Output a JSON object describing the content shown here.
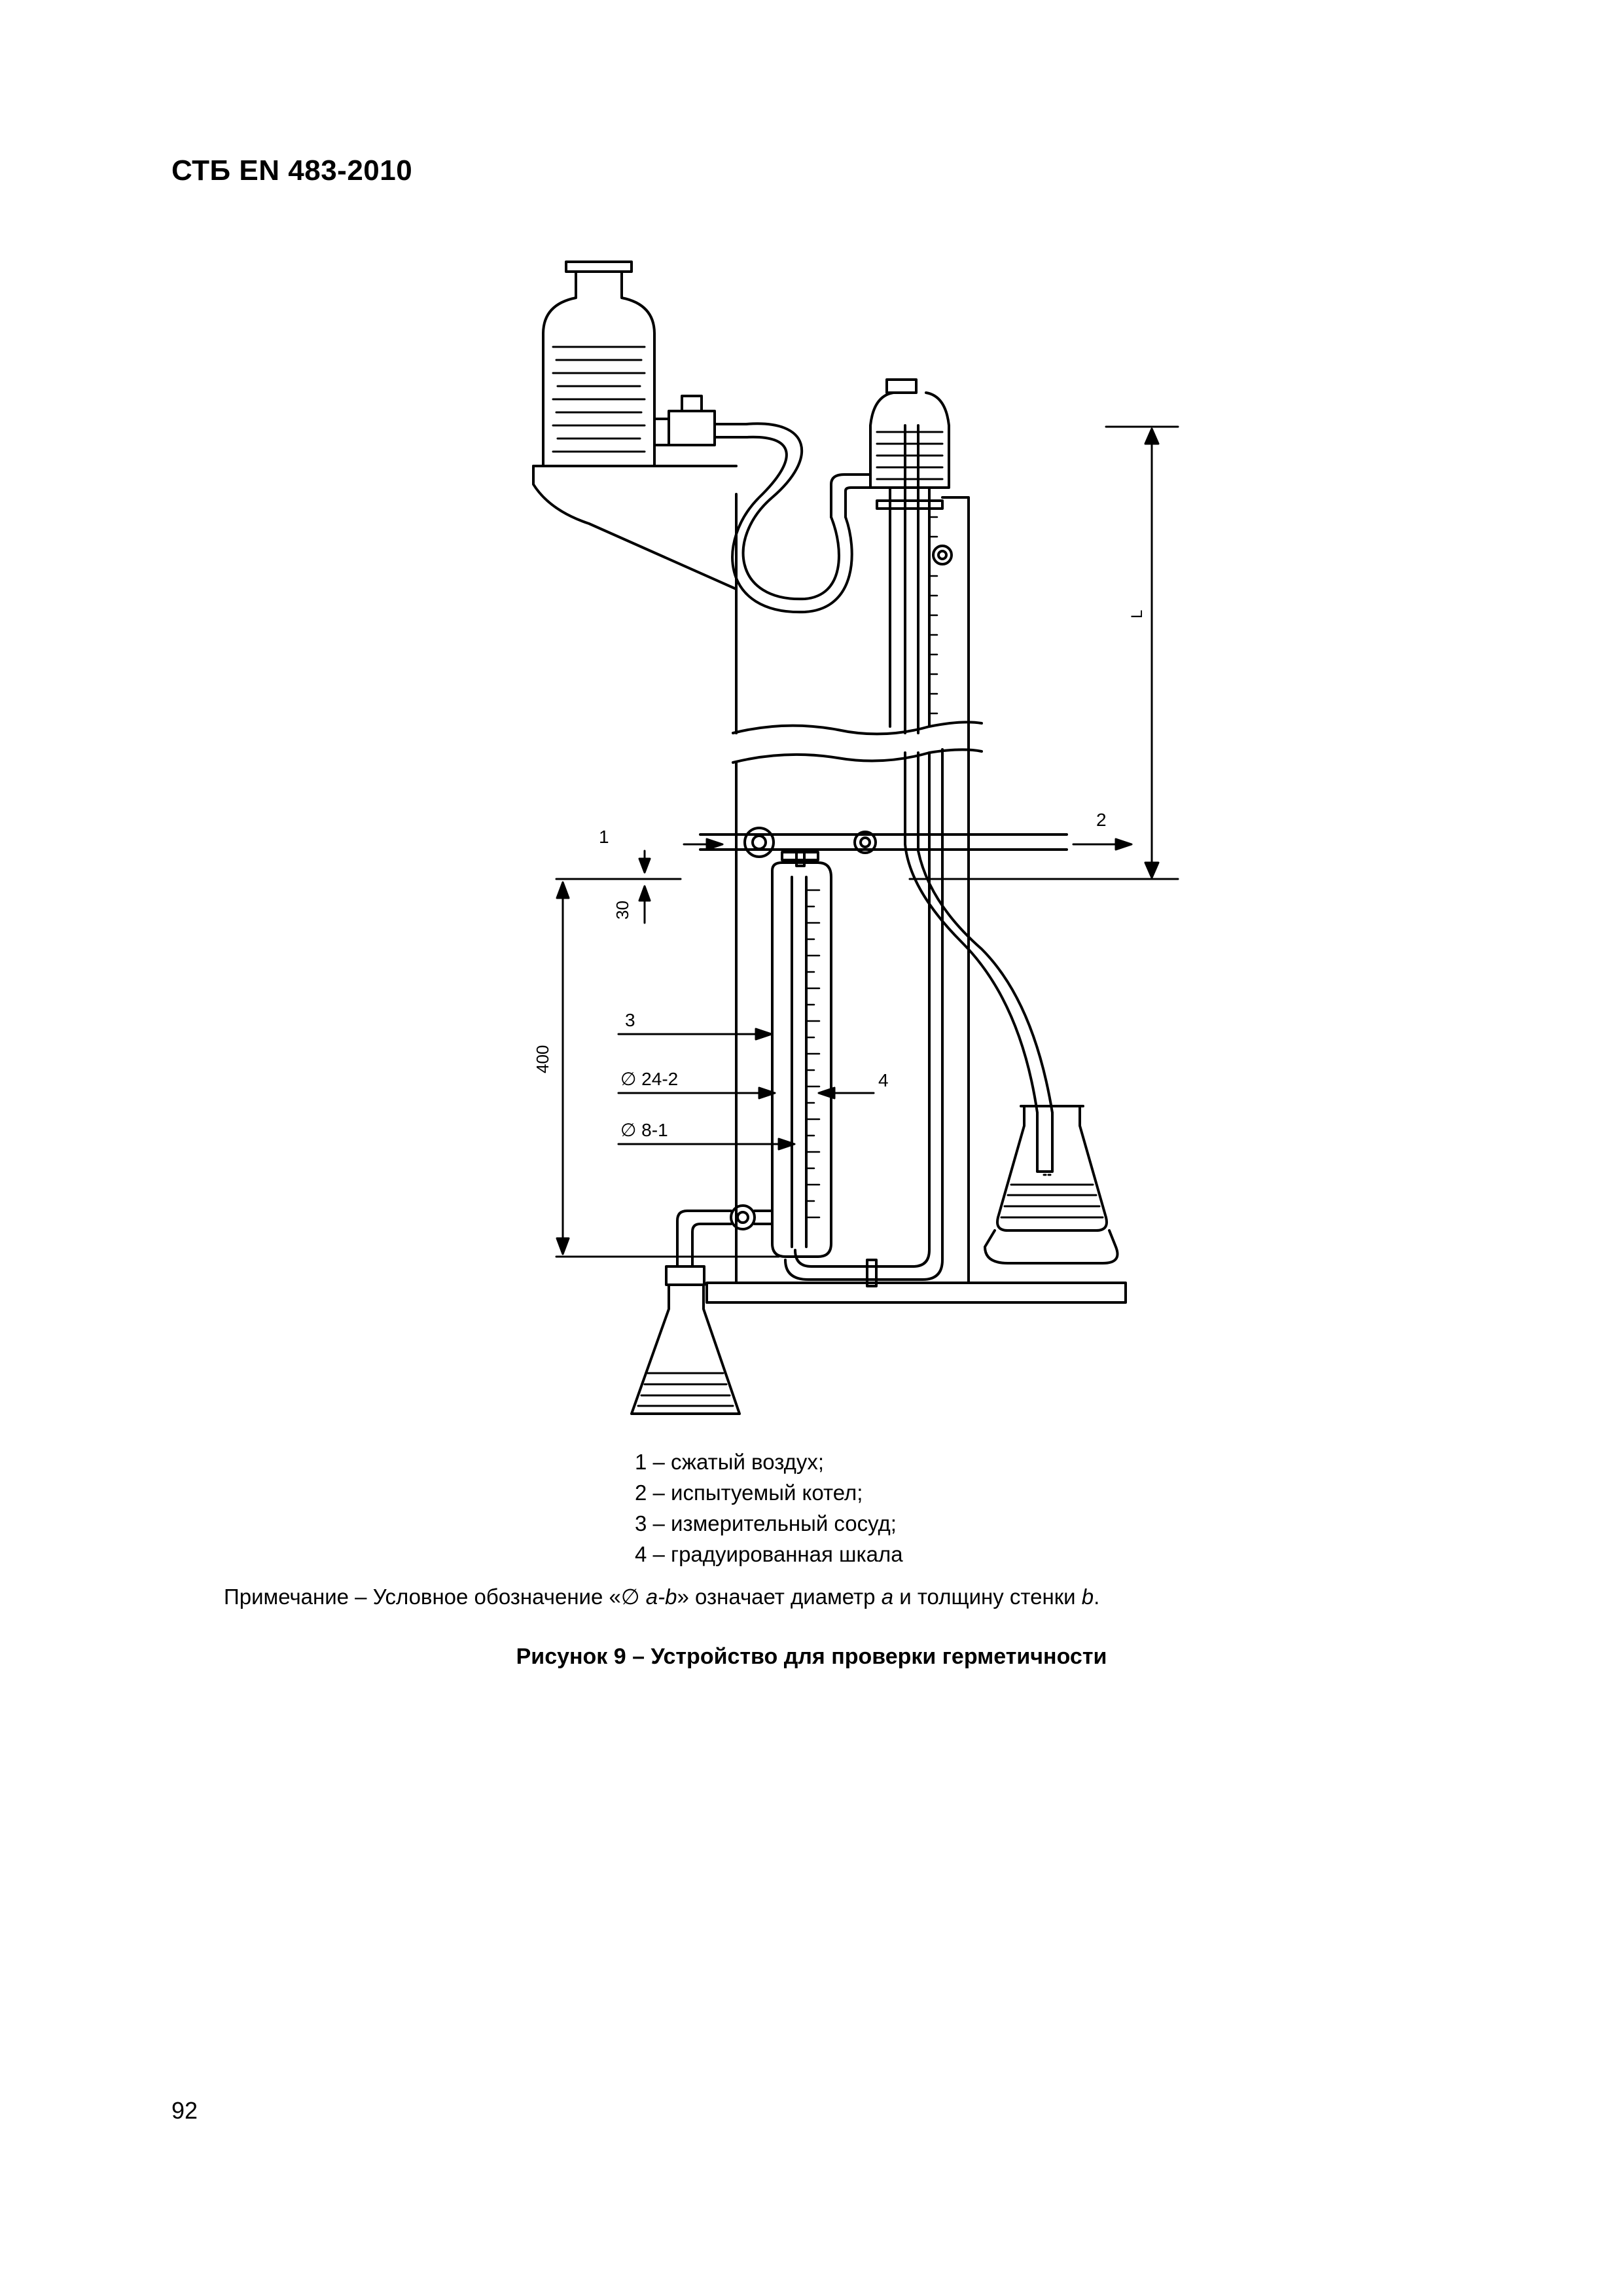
{
  "header": {
    "doc_code": "СТБ EN 483-2010"
  },
  "figure": {
    "callouts": {
      "c1": "1",
      "c2": "2",
      "c3": "3",
      "c4": "4"
    },
    "dimensions": {
      "L": "L",
      "d30": "30",
      "d400": "400",
      "dia_outer": "∅ 24-2",
      "dia_inner": "∅ 8-1"
    }
  },
  "legend": [
    "1 – сжатый воздух;",
    "2 – испытуемый котел;",
    "3 – измерительный сосуд;",
    "4 – градуированная шкала"
  ],
  "note": {
    "prefix": "Примечание – Условное обозначение «",
    "symbol": "∅ a-b",
    "mid1": "» означает диаметр ",
    "a": "a",
    "mid2": " и толщину стенки ",
    "b": "b",
    "end": "."
  },
  "caption": "Рисунок 9 – Устройство для проверки герметичности",
  "page_number": "92"
}
